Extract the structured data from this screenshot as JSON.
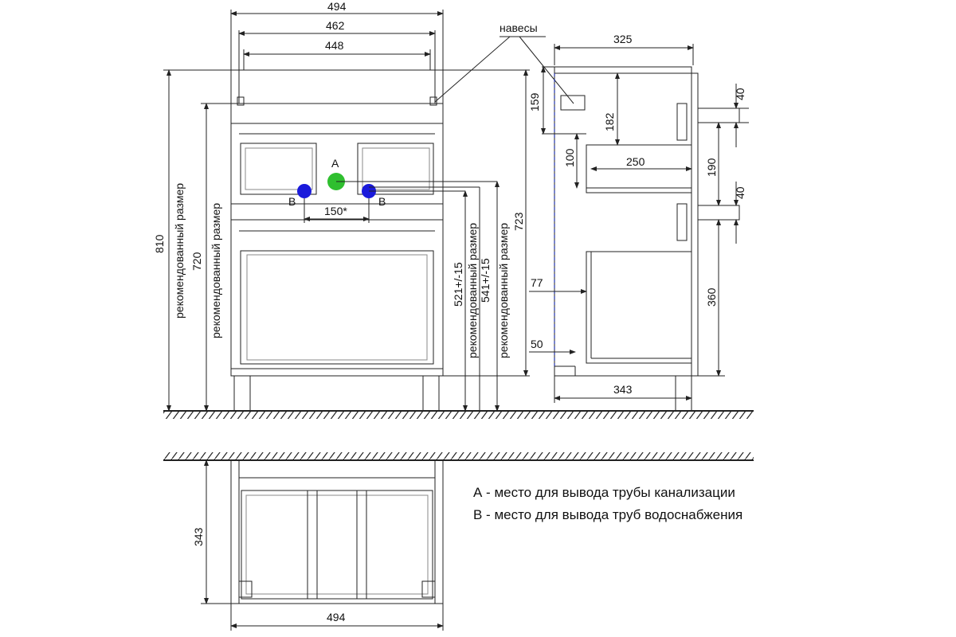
{
  "dimensions": {
    "front_width_total": "494",
    "front_width_inner": "462",
    "front_width_drawer": "448",
    "front_height_total": "810",
    "front_height_body": "720",
    "recommended_size": "рекомендованный размер",
    "pipe_distance": "150*",
    "height_521": "521+/-15",
    "height_541": "541+/-15",
    "height_723": "723",
    "side_depth_top": "325",
    "side_top_drop": "159",
    "side_182": "182",
    "side_100": "100",
    "side_250": "250",
    "side_40_top": "40",
    "side_190": "190",
    "side_40_mid": "40",
    "side_360": "360",
    "side_77": "77",
    "side_50": "50",
    "side_depth_bottom": "343",
    "bottom_depth": "343",
    "bottom_width": "494"
  },
  "labels": {
    "hinges": "навесы",
    "point_a": "A",
    "point_b1": "B",
    "point_b2": "B"
  },
  "legend": {
    "line_a": "А - место для вывода трубы канализации",
    "line_b": "В - место для вывода труб водоснабжения"
  },
  "colors": {
    "drain_point": "#2fbf2f",
    "water_point": "#1a1adb",
    "line": "#222222"
  }
}
